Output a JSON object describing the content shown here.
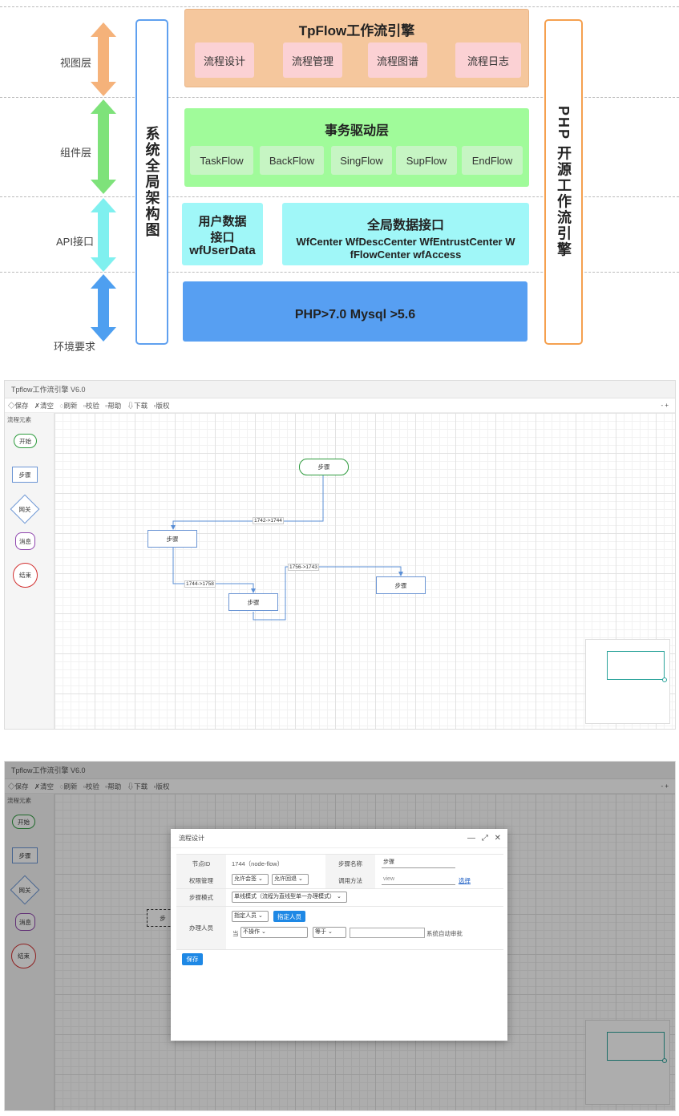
{
  "architecture": {
    "layers": [
      "视图层",
      "组件层",
      "API接口",
      "环境要求"
    ],
    "left_vertical": "系统全局架构图",
    "right_vertical": "PHP 开源工作流引擎",
    "view_panel": {
      "title": "TpFlow工作流引擎",
      "items": [
        "流程设计",
        "流程管理",
        "流程图谱",
        "流程日志"
      ]
    },
    "component_panel": {
      "title": "事务驱动层",
      "items": [
        "TaskFlow",
        "BackFlow",
        "SingFlow",
        "SupFlow",
        "EndFlow"
      ]
    },
    "api_user": {
      "line1": "用户数据",
      "line2": "接口",
      "line3": "wfUserData"
    },
    "api_global": {
      "title": "全局数据接口",
      "line1": "WfCenter WfDescCenter WfEntrustCenter W",
      "line2": "fFlowCenter wfAccess"
    },
    "env": "PHP>7.0 Mysql >5.6",
    "colors": {
      "orange": "#f5b27a",
      "green": "#7ee27a",
      "cyan": "#7ff0ef",
      "blue": "#4e9ff0",
      "view_panel": "#f5c79d",
      "view_chip": "#fbd1d4",
      "comp_panel": "#a0fb9a",
      "comp_chip": "#c6f5c3",
      "api_panel": "#a0f7f8",
      "env_panel": "#579ff2",
      "left_box": "#5fa0ef",
      "right_box": "#f5a04f"
    }
  },
  "editor1": {
    "title": "Tpflow工作流引擎 V6.0",
    "toolbar": [
      "◇保存",
      "✗清空",
      "◌刷新",
      "▫校验",
      "▫帮助",
      "⇩下载",
      "▫版权"
    ],
    "toolbar_right": "-  +",
    "sidebar_title": "流程元素",
    "palette": [
      "开始",
      "步骤",
      "网关",
      "消息",
      "结束"
    ],
    "nodes": [
      "步骤",
      "步骤",
      "步骤",
      "步骤"
    ],
    "edge_labels": [
      "1742->1744",
      "1744->1758",
      "1756->1743"
    ]
  },
  "editor2": {
    "title": "Tpflow工作流引擎 V6.0",
    "toolbar": [
      "◇保存",
      "✗清空",
      "◌刷新",
      "▫校验",
      "▫帮助",
      "⇩下载",
      "▫版权"
    ],
    "toolbar_right": "-  +",
    "sidebar_title": "流程元素",
    "palette": [
      "开始",
      "步骤",
      "网关",
      "消息",
      "结束"
    ],
    "canvas_node": "步",
    "modal": {
      "title": "流程设计",
      "icons": [
        "—",
        "⤢",
        "✕"
      ],
      "node_id_label": "节点ID",
      "node_id_value": "1744（node-flow）",
      "step_name_label": "步骤名称",
      "step_name_value": "步骤",
      "perm_label": "权限管理",
      "perm_sel1": "允许会签",
      "perm_sel2": "允许回退",
      "method_label": "调用方法",
      "method_value": "view",
      "method_link": "选择",
      "mode_label": "步骤模式",
      "mode_value": "单线模式（流程为直线型单一办理模式）",
      "handler_label": "办理人员",
      "handler_sel": "指定人员",
      "handler_btn": "指定人员",
      "cond_prefix": "当",
      "cond_sel1": "不操作",
      "cond_sel2": "等于",
      "cond_suffix": "系统自动审批",
      "save": "保存"
    }
  }
}
